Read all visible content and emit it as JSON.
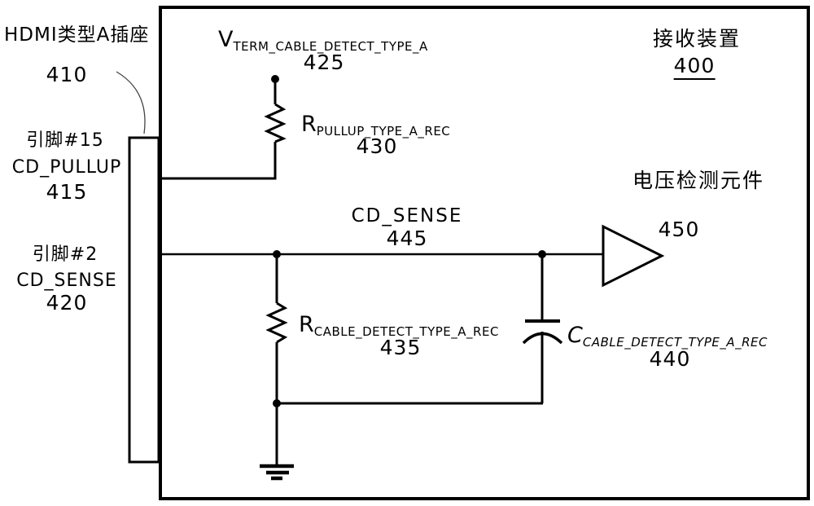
{
  "diagram": {
    "connector": {
      "title": "HDMI类型A插座",
      "ref": "410"
    },
    "receiver": {
      "title": "接收装置",
      "ref": "400"
    },
    "pin15": {
      "pin": "引脚#15",
      "signal": "CD_PULLUP",
      "ref": "415"
    },
    "pin2": {
      "pin": "引脚#2",
      "signal": "CD_SENSE",
      "ref": "420"
    },
    "vterm": {
      "prefix": "V",
      "subscript": "TERM_CABLE_DETECT_TYPE_A",
      "ref": "425"
    },
    "r_pullup": {
      "prefix": "R",
      "subscript": "PULLUP_TYPE_A_REC",
      "ref": "430"
    },
    "r_cable_detect": {
      "prefix": "R",
      "subscript": "CABLE_DETECT_TYPE_A_REC",
      "ref": "435"
    },
    "c_cable_detect": {
      "prefix": "C",
      "subscript": "CABLE_DETECT_TYPE_A_REC",
      "ref": "440"
    },
    "net_cd_sense": {
      "label": "CD_SENSE",
      "ref": "445"
    },
    "voltage_detector": {
      "title": "电压检测元件",
      "ref": "450"
    }
  },
  "colors": {
    "line": "#000000",
    "background": "#ffffff"
  }
}
